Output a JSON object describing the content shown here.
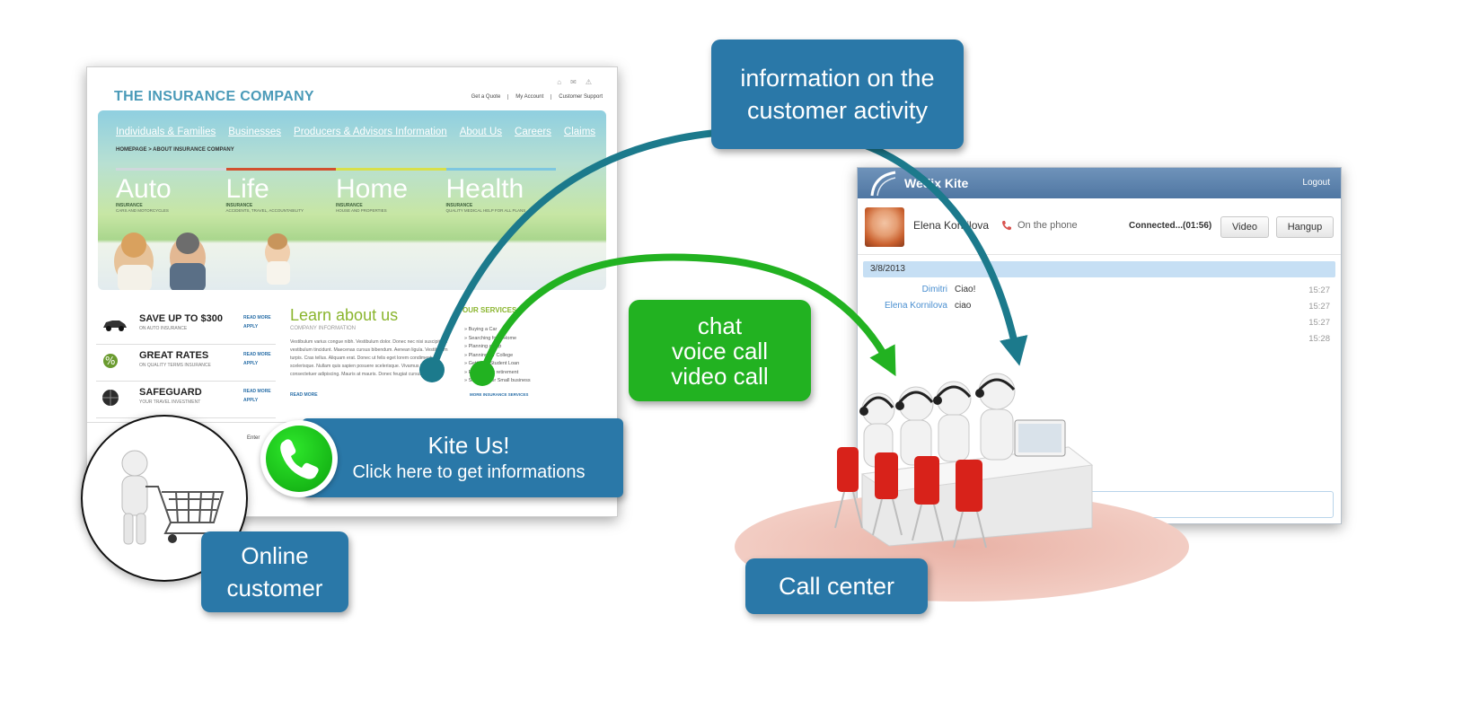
{
  "website": {
    "brand": "THE INSURANCE COMPANY",
    "top_links": [
      "Get a Quote",
      "My Account",
      "Customer Support"
    ],
    "nav": [
      "Individuals & Families",
      "Businesses",
      "Producers & Advisors Information",
      "About Us",
      "Careers",
      "Claims"
    ],
    "breadcrumb": "HOMEPAGE > ABOUT INSURANCE COMPANY",
    "categories": [
      {
        "name": "Auto",
        "sub": "INSURANCE",
        "desc": "CARS AND MOTORCYCLES",
        "color": "#cfd8dc"
      },
      {
        "name": "Life",
        "sub": "INSURANCE",
        "desc": "ACCIDENTS, TRAVEL, ACCOUNTABILITY",
        "color": "#d2502e"
      },
      {
        "name": "Home",
        "sub": "INSURANCE",
        "desc": "HOUSE AND PROPERTIES",
        "color": "#d8e04a"
      },
      {
        "name": "Health",
        "sub": "INSURANCE",
        "desc": "QUALITY MEDICAL HELP FOR ALL PLANS",
        "color": "#7ec7e0"
      }
    ],
    "offers": [
      {
        "title": "SAVE UP TO $300",
        "sub": "ON AUTO INSURANCE",
        "link1": "READ MORE",
        "link2": "APPLY"
      },
      {
        "title": "GREAT RATES",
        "sub": "ON QUALITY TERMS INSURANCE",
        "link1": "READ MORE",
        "link2": "APPLY"
      },
      {
        "title": "SAFEGUARD",
        "sub": "YOUR TRAVEL INVESTMENT",
        "link1": "READ MORE",
        "link2": "APPLY"
      }
    ],
    "learn_title": "Learn about us",
    "learn_sub": "COMPANY INFORMATION",
    "lorem": "Vestibulum varius congue nibh. Vestibulum dolor. Donec nec nisi suscipit elit vestibulum tincidunt. Maecenas cursus bibendum. Aenean ligula. Vestibulum turpis. Cras tellus. Aliquam erat. Donec ut felis eget lorem condimentum scelerisque. Nullam quis sapien posuere scelerisque. Vivamus ipsum nec consectetuer adipiscing. Mauris at mauris. Donec feugiat cursus.",
    "read_more": "READ MORE",
    "services_title": "OUR SERVICES",
    "services": [
      "Buying a Car",
      "Searching for a Home",
      "Planning a Trip",
      "Planning for College",
      "Getting a Student Loan",
      "Planning for retirement",
      "Solutions for Small business"
    ],
    "more_services": "MORE INSURANCE SERVICES",
    "enter_text": "Enter"
  },
  "labels": {
    "info": [
      "information on the",
      "customer activity"
    ],
    "kite_title": "Kite Us!",
    "kite_sub": "Click here to get informations",
    "chat": [
      "chat",
      "voice call",
      "video call"
    ],
    "online": [
      "Online",
      "customer"
    ],
    "call_center": "Call center"
  },
  "app": {
    "title": "Wedix Kite",
    "logout": "Logout",
    "contact_name": "Elena Kornilova",
    "status": "On the phone",
    "connected": "Connected...(01:56)",
    "video_button": "Video",
    "hangup_button": "Hangup",
    "date": "3/8/2013",
    "messages": [
      {
        "from": "Dimitri",
        "text": "Ciao!",
        "time": "15:27",
        "color": "#4a8fd0"
      },
      {
        "from": "Elena Kornilova",
        "text": "ciao",
        "time": "15:27",
        "color": "#4a8fd0"
      },
      {
        "from": "",
        "text": "",
        "time": "15:27",
        "color": "#4a8fd0"
      },
      {
        "from": "",
        "text": "",
        "time": "15:28",
        "color": "#4a8fd0"
      }
    ]
  },
  "colors": {
    "callout_blue": "#2a78a8",
    "callout_green": "#22b221",
    "arrow_teal": "#1c7a8c",
    "arrow_green": "#22b221"
  }
}
